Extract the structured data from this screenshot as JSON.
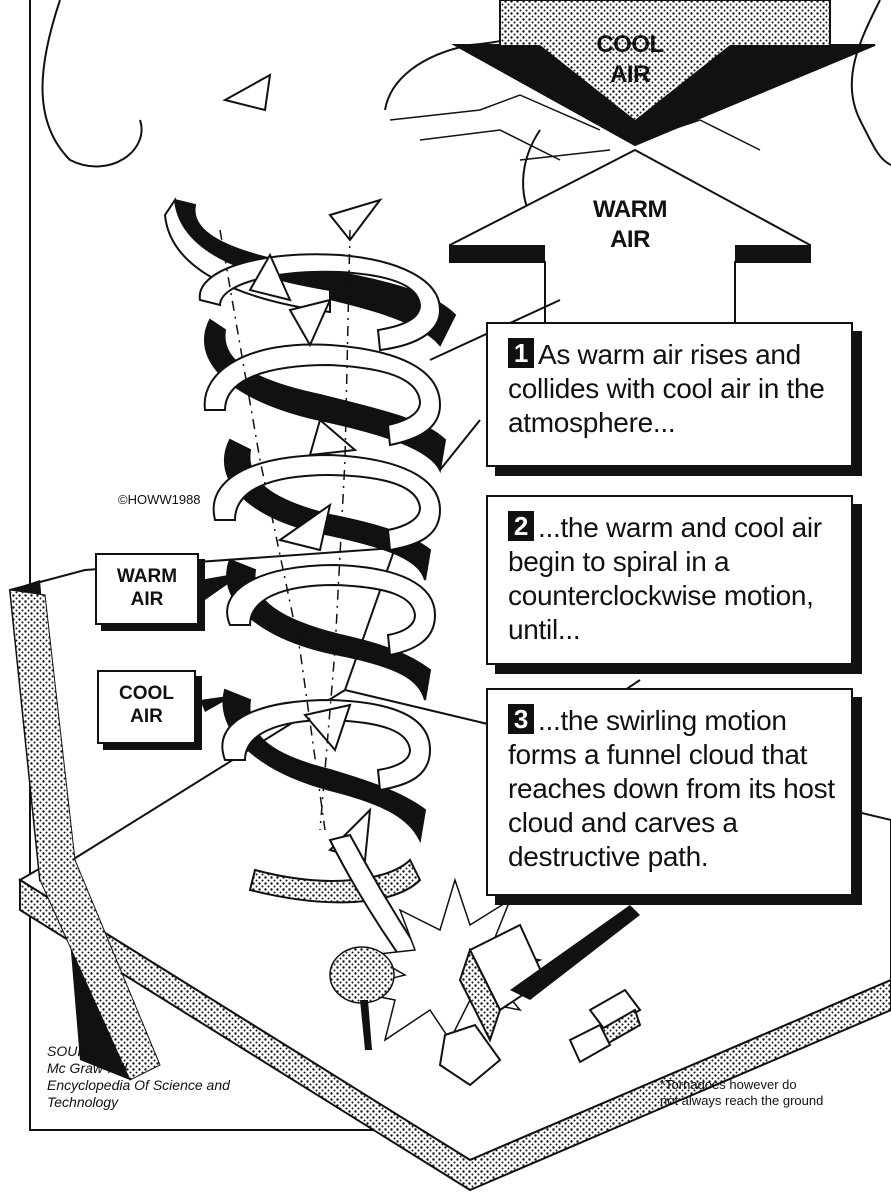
{
  "top_arrow": {
    "cool": [
      "COOL",
      "AIR"
    ],
    "warm": [
      "WARM",
      "AIR"
    ]
  },
  "side_labels": {
    "warm": [
      "WARM",
      "AIR"
    ],
    "cool": [
      "COOL",
      "AIR"
    ]
  },
  "copyright": "©HOWW1988",
  "steps": [
    {
      "num": "1",
      "text": "As warm air rises and collides with cool air in the atmosphere..."
    },
    {
      "num": "2",
      "text": "...the warm and cool air begin to spiral in a counterclockwise motion, until..."
    },
    {
      "num": "3",
      "text": "...the swirling motion forms a funnel cloud that reaches down from its host cloud and carves a destructive path."
    }
  ],
  "source": [
    "SOURCE",
    "Mc Graw-Hill",
    "Encyclopedia Of Science and",
    "Technology"
  ],
  "footnote": [
    "*Tornadoes however do",
    "not always reach the ground"
  ],
  "icons": [
    "spiral-arrow-icon",
    "tree-icon",
    "house-icon",
    "truck-icon",
    "cloud-icon"
  ]
}
